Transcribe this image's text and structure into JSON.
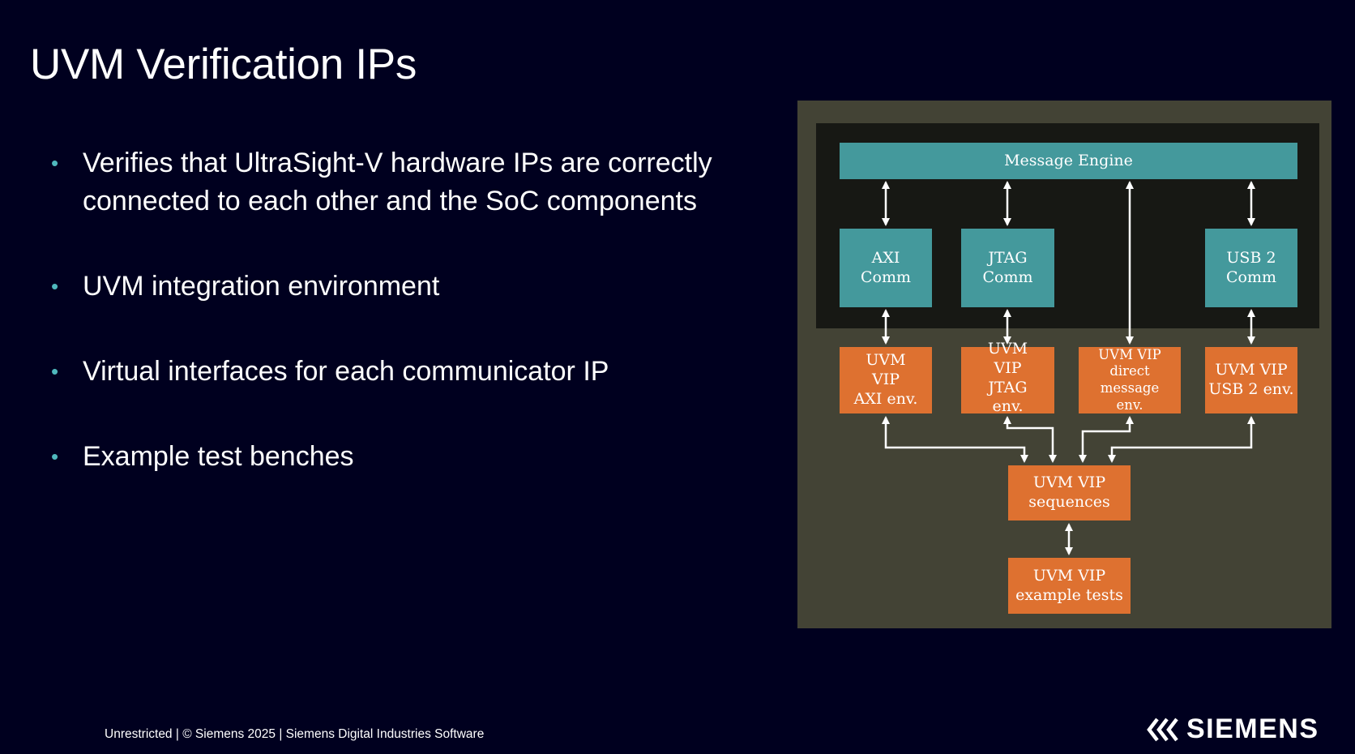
{
  "slide": {
    "title": "UVM Verification IPs",
    "bullets": [
      "Verifies that UltraSight-V hardware IPs are correctly connected to each other and the SoC components",
      "UVM integration environment",
      "Virtual interfaces for each communicator IP",
      "Example test benches"
    ],
    "bullet_color": "#4fb8bd"
  },
  "diagram": {
    "message_engine": "Message Engine",
    "comms": {
      "axi": "AXI\nComm",
      "jtag": "JTAG\nComm",
      "usb": "USB 2\nComm"
    },
    "vips": {
      "axi": "UVM\nVIP\nAXI env.",
      "jtag": "UVM\nVIP\nJTAG\nenv.",
      "direct": "UVM VIP\ndirect message\nenv.",
      "usb": "UVM VIP\nUSB 2 env."
    },
    "sequences": "UVM VIP\nsequences",
    "tests": "UVM VIP\nexample tests",
    "colors": {
      "teal": "#44999c",
      "orange": "#de7130",
      "panel": "#434335",
      "inner": "#171814"
    }
  },
  "footer": {
    "text": "Unrestricted | © Siemens 2025 | Siemens Digital Industries Software",
    "logo_text": "SIEMENS",
    "logo_icon": "chevron-double-left-icon"
  }
}
